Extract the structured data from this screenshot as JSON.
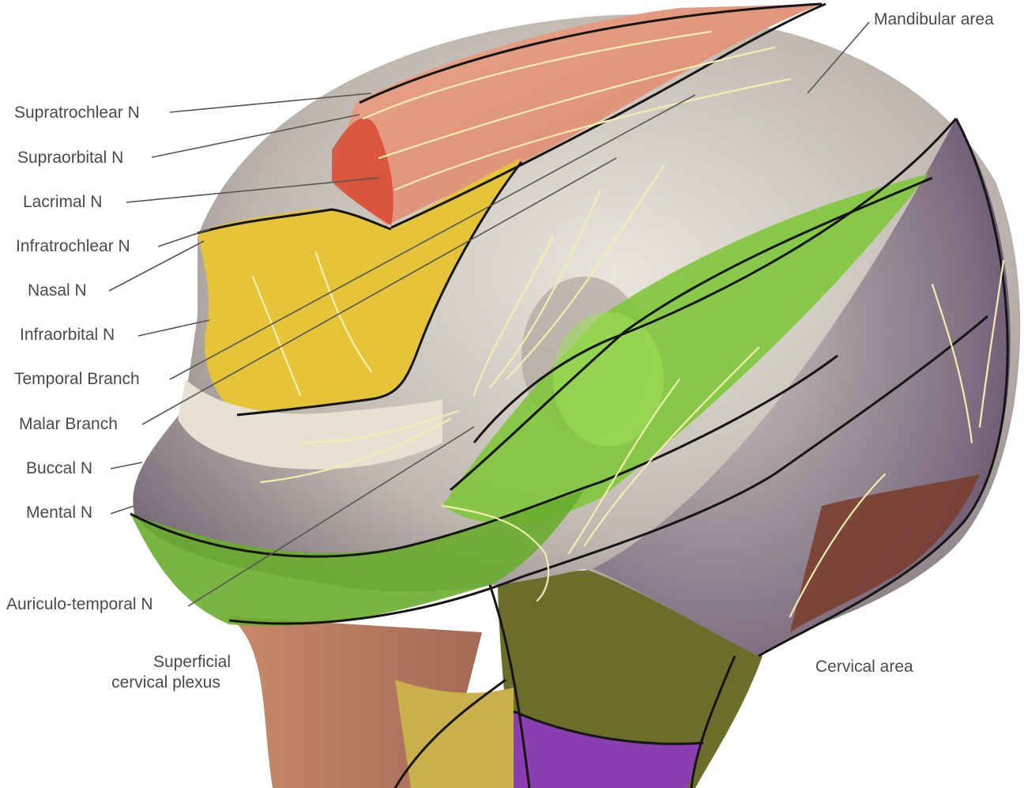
{
  "labels": {
    "supratrochlear": "Supratrochlear N",
    "supraorbital": "Supraorbital N",
    "lacrimal": "Lacrimal N",
    "infratrochlear": "Infratrochlear N",
    "nasal": "Nasal N",
    "infraorbital": "Infraorbital N",
    "temporal_branch": "Temporal Branch",
    "malar_branch": "Malar Branch",
    "buccal": "Buccal N",
    "mental": "Mental N",
    "auriculo_temporal": "Auriculo-temporal N",
    "superficial_cervical_plexus_line1": "Superficial",
    "superficial_cervical_plexus_line2": "cervical plexus",
    "mandibular_area": "Mandibular area",
    "cervical_area": "Cervical area"
  },
  "colors": {
    "ophthalmic_region": "#e49a80",
    "maxillary_region": "#e6c43a",
    "mandibular_region": "#7fc63a",
    "cervical_region": "#6e5a78",
    "neck_purple": "#8a3fb0",
    "nerve": "#f1eeb0",
    "skin": "#c98f70",
    "skull": "#cfcac0"
  }
}
